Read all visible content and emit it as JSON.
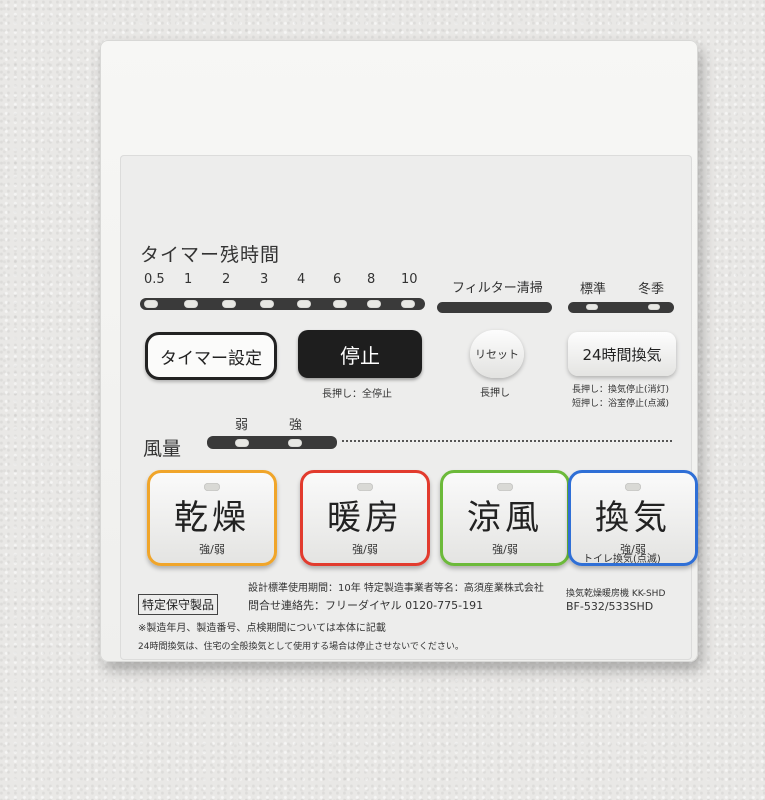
{
  "timer": {
    "title": "タイマー残時間",
    "hours": [
      "0.5",
      "1",
      "2",
      "3",
      "4",
      "6",
      "8",
      "10"
    ],
    "set_label": "タイマー設定",
    "stop_label": "停止",
    "stop_note": "長押し：全停止"
  },
  "filter": {
    "title": "フィルター清掃",
    "reset_label": "リセット",
    "reset_note": "長押し"
  },
  "mode": {
    "standard": "標準",
    "winter": "冬季",
    "vent24_label": "24時間換気",
    "vent24_note1": "長押し：換気停止(消灯)",
    "vent24_note2": "短押し：浴室停止(点滅)"
  },
  "airflow": {
    "title": "風量",
    "weak": "弱",
    "strong": "強"
  },
  "buttons": [
    {
      "label": "乾燥",
      "sub": "強/弱",
      "color": "#f0a52a"
    },
    {
      "label": "暖房",
      "sub": "強/弱",
      "color": "#e23b2e"
    },
    {
      "label": "涼風",
      "sub": "強/弱",
      "color": "#6cba3a"
    },
    {
      "label": "換気",
      "sub": "強/弱",
      "color": "#2f6fd6"
    }
  ],
  "toilet_vent_note": "トイレ換気(点滅)",
  "footer": {
    "badge": "特定保守製品",
    "line1": "設計標準使用期間：10年 特定製造事業者等名：高須産業株式会社",
    "line2": "問合せ連絡先：フリーダイヤル 0120-775-191",
    "line3": "※製造年月、製造番号、点検期間については本体に記載",
    "line4": "24時間換気は、住宅の全般換気として使用する場合は停止させないでください。",
    "model1": "換気乾燥暖房機 KK-SHD",
    "model2": "BF-532/533SHD"
  }
}
